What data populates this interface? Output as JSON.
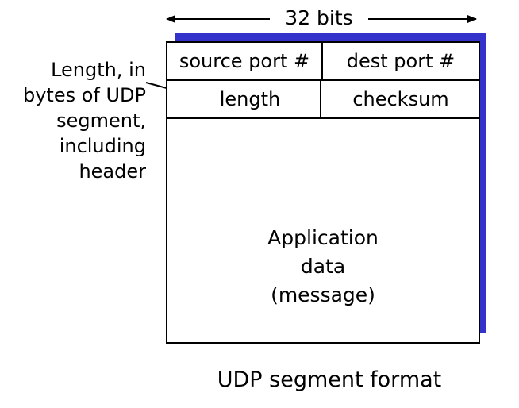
{
  "width_label": "32 bits",
  "fields": {
    "source_port": "source port #",
    "dest_port": "dest port #",
    "length": "length",
    "checksum": "checksum"
  },
  "payload": {
    "lines": [
      "Application",
      "data",
      "(message)"
    ]
  },
  "annotation": {
    "lines": [
      "Length, in",
      "bytes of UDP",
      "segment,",
      "including",
      "header"
    ]
  },
  "caption": "UDP segment format",
  "colors": {
    "shadow": "#3333cc",
    "border": "#000000",
    "background": "#ffffff"
  }
}
